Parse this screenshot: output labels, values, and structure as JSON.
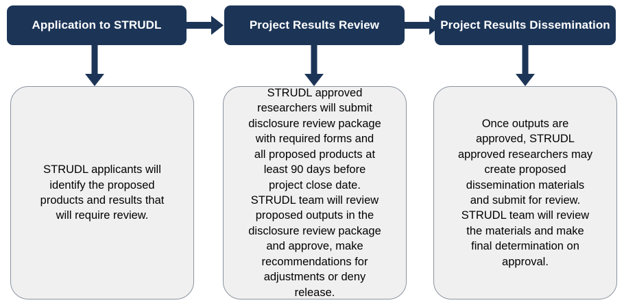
{
  "diagram": {
    "title_flow": "STRUDL project lifecycle flow",
    "colors": {
      "header_fill": "#1c3557",
      "header_text": "#ffffff",
      "body_fill": "#f0f0f0",
      "body_border": "#8a93a0",
      "arrow": "#1c3557",
      "background": "#ffffff"
    },
    "stages": [
      {
        "id": "application",
        "header": "Application to STRUDL",
        "body": "STRUDL applicants will\nidentify the proposed\nproducts and results that\nwill require review."
      },
      {
        "id": "results-review",
        "header": "Project Results Review",
        "body": "STRUDL approved\nresearchers will submit\ndisclosure review package\nwith required forms and\nall proposed products at\nleast 90 days before\nproject close date.\nSTRUDL team will review\nproposed outputs in the\ndisclosure review package\nand approve, make\nrecommendations for\nadjustments or deny\nrelease."
      },
      {
        "id": "results-dissemination",
        "header": "Project Results Dissemination",
        "body": "Once outputs are\napproved, STRUDL\napproved researchers may\ncreate proposed\ndissemination materials\nand submit for review.\nSTRUDL team will review\nthe materials and make\nfinal determination on\napproval."
      }
    ],
    "connectors": [
      {
        "id": "application-to-review",
        "kind": "right-arrow"
      },
      {
        "id": "review-to-dissemination",
        "kind": "right-arrow"
      },
      {
        "id": "application-header-to-body",
        "kind": "down-arrow"
      },
      {
        "id": "review-header-to-body",
        "kind": "down-arrow"
      },
      {
        "id": "dissemination-header-to-body",
        "kind": "down-arrow"
      }
    ]
  }
}
